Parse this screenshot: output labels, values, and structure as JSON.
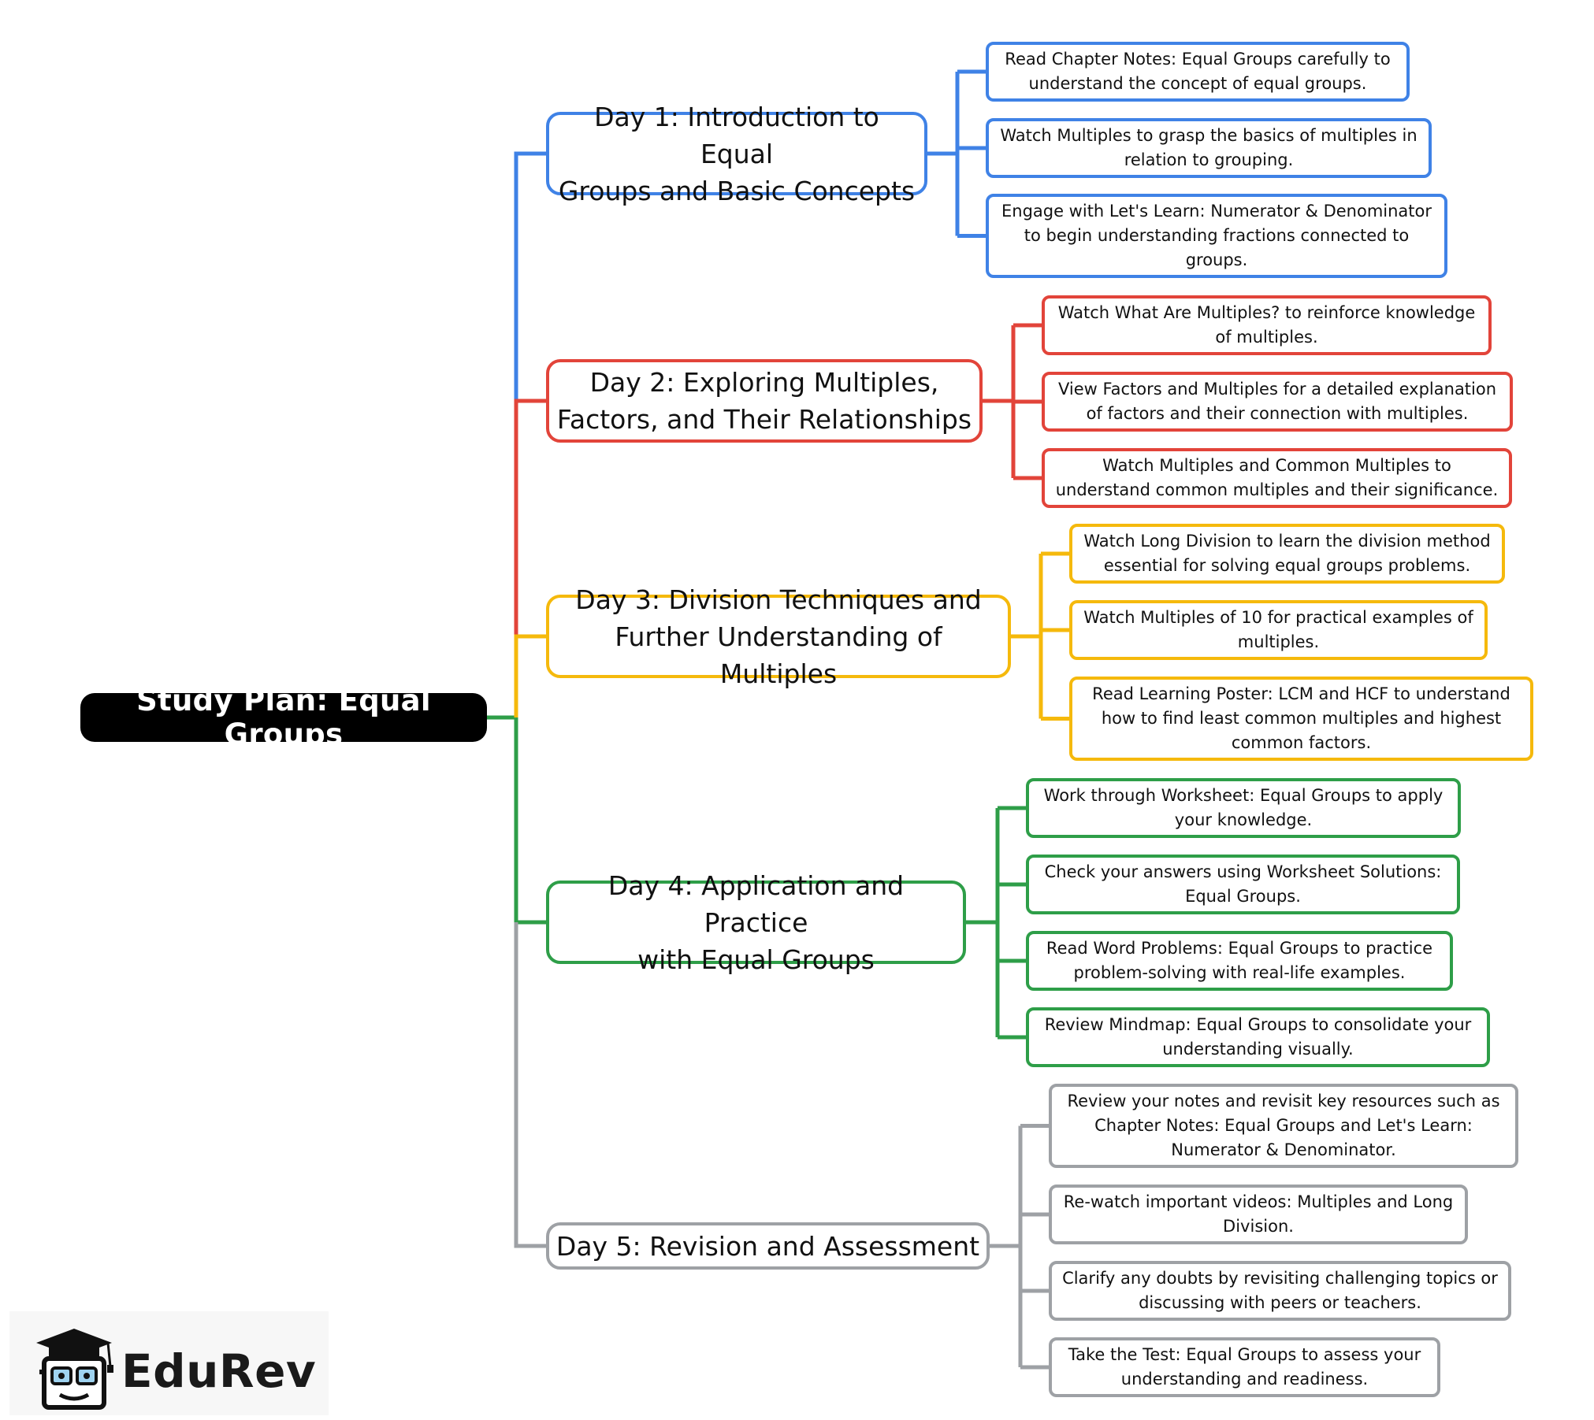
{
  "root": {
    "label": "Study Plan: Equal Groups"
  },
  "days": [
    {
      "label_lines": [
        "Day 1: Introduction to Equal",
        "Groups and Basic Concepts"
      ],
      "color": "#3f82e6",
      "tasks": [
        {
          "lines": [
            "Read Chapter Notes: Equal Groups carefully to",
            "understand the concept of equal groups."
          ]
        },
        {
          "lines": [
            "Watch Multiples to grasp the basics of multiples in",
            "relation to grouping."
          ]
        },
        {
          "lines": [
            "Engage with Let's Learn: Numerator & Denominator",
            "to begin understanding fractions connected to",
            "groups."
          ]
        }
      ]
    },
    {
      "label_lines": [
        "Day 2: Exploring Multiples,",
        "Factors, and Their Relationships"
      ],
      "color": "#e2443a",
      "tasks": [
        {
          "lines": [
            "Watch What Are Multiples? to reinforce knowledge",
            "of multiples."
          ]
        },
        {
          "lines": [
            "View Factors and Multiples for a detailed explanation",
            "of factors and their connection with multiples."
          ]
        },
        {
          "lines": [
            "Watch Multiples and Common Multiples to",
            "understand common multiples and their significance."
          ]
        }
      ]
    },
    {
      "label_lines": [
        "Day 3: Division Techniques and",
        "Further Understanding of Multiples"
      ],
      "color": "#f5b90c",
      "tasks": [
        {
          "lines": [
            "Watch Long Division to learn the division method",
            "essential for solving equal groups problems."
          ]
        },
        {
          "lines": [
            "Watch Multiples of 10 for practical examples of",
            "multiples."
          ]
        },
        {
          "lines": [
            "Read Learning Poster: LCM and HCF to understand",
            "how to find least common multiples and highest",
            "common factors."
          ]
        }
      ]
    },
    {
      "label_lines": [
        "Day 4: Application and Practice",
        "with Equal Groups"
      ],
      "color": "#2e9e48",
      "tasks": [
        {
          "lines": [
            "Work through Worksheet: Equal Groups to apply",
            "your knowledge."
          ]
        },
        {
          "lines": [
            "Check your answers using Worksheet Solutions:",
            "Equal Groups."
          ]
        },
        {
          "lines": [
            "Read Word Problems: Equal Groups to practice",
            "problem-solving with real-life examples."
          ]
        },
        {
          "lines": [
            "Review Mindmap: Equal Groups to consolidate your",
            "understanding visually."
          ]
        }
      ]
    },
    {
      "label_lines": [
        "Day 5: Revision and Assessment"
      ],
      "color": "#9ea1a5",
      "tasks": [
        {
          "lines": [
            "Review your notes and revisit key resources such as",
            "Chapter Notes: Equal Groups and Let's Learn:",
            "Numerator & Denominator."
          ]
        },
        {
          "lines": [
            "Re-watch important videos: Multiples and Long",
            "Division."
          ]
        },
        {
          "lines": [
            "Clarify any doubts by revisiting challenging topics or",
            "discussing with peers or teachers."
          ]
        },
        {
          "lines": [
            "Take the Test: Equal Groups to assess your",
            "understanding and readiness."
          ]
        }
      ]
    }
  ],
  "logo": {
    "text": "EduRev"
  }
}
